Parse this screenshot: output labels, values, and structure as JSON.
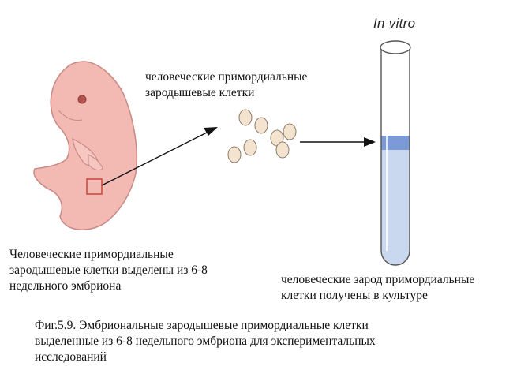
{
  "labels": {
    "in_vitro": "In vitro",
    "cells": "человеческие примордиальные\nзародышевые клетки",
    "source": "Человеческие примордиальные\nзародышевые клетки выделены из 6-8\nнедельного эмбриона",
    "culture": "человеческие зарод примордиальные\nклетки получены в культуре"
  },
  "caption": "Фиг.5.9. Эмбриональные зародышевые примордиальные клетки\nвыделенные из 6-8 недельного эмбриона для экспериментальных\nисследований",
  "colors": {
    "embryo_fill": "#f3b9b3",
    "embryo_outline": "#c98a86",
    "box": "#d24b3f",
    "cell_fill": "#f3e3cf",
    "cell_outline": "#8a7a66",
    "tube_liquid": "#c9d8ee",
    "tube_band": "#6f8fd3",
    "arrow": "#111111"
  }
}
